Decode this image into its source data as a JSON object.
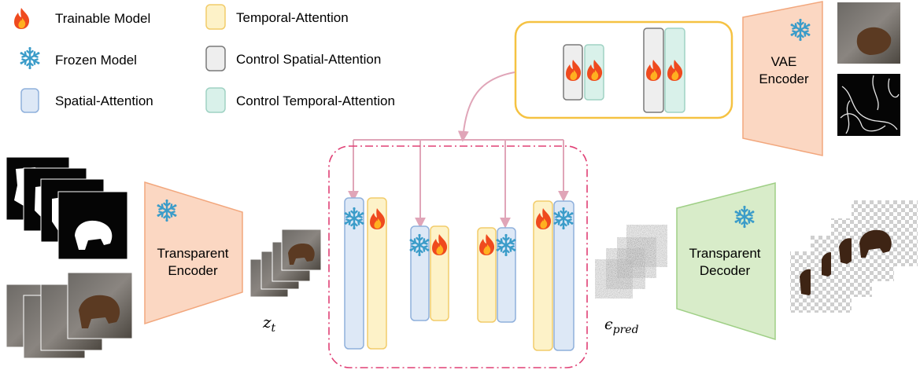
{
  "legend": {
    "trainable": "Trainable Model",
    "frozen": "Frozen Model",
    "spatial": "Spatial-Attention",
    "temporal": "Temporal-Attention",
    "control_spatial": "Control Spatial-Attention",
    "control_temporal": "Control Temporal-Attention"
  },
  "vae_encoder": {
    "line1": "VAE",
    "line2": "Encoder"
  },
  "transparent_encoder": {
    "line1": "Transparent",
    "line2": "Encoder"
  },
  "transparent_decoder": {
    "line1": "Transparent",
    "line2": "Decoder"
  },
  "symbols": {
    "zt_main": "z",
    "zt_sub": "t",
    "eps_main": "ϵ",
    "eps_sub": "pred"
  },
  "colors": {
    "spatial_fill": "#dde8f6",
    "spatial_stroke": "#8fb0dc",
    "temporal_fill": "#fdf2c8",
    "temporal_stroke": "#f2cc6a",
    "ctrl_spatial_fill": "#eeeeee",
    "ctrl_spatial_stroke": "#7a7a7a",
    "ctrl_temporal_fill": "#d9f1ea",
    "ctrl_temporal_stroke": "#9fd2c3",
    "encoder_fill": "#fbd7c2",
    "encoder_stroke": "#f2a77d",
    "decoder_fill": "#d8ecc9",
    "decoder_stroke": "#9fcf86",
    "control_box": "#f5c242",
    "arrow": "#e0a5b8",
    "unet_border": "#e04075",
    "snow": "#3b9cc9"
  },
  "icons": [
    "flame-icon",
    "snowflake-icon"
  ]
}
